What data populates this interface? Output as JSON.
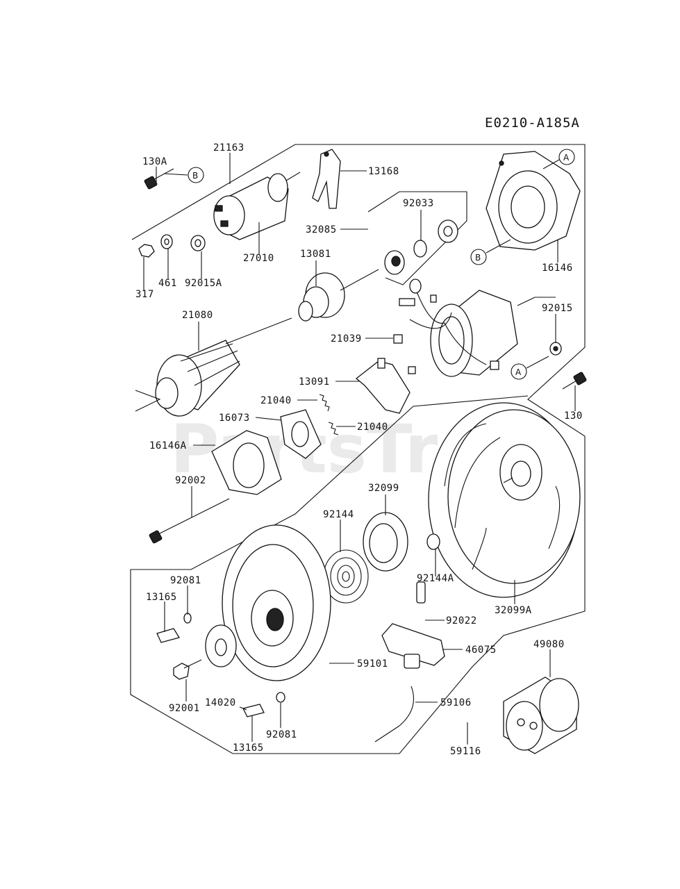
{
  "diagram_code": "E0210-A185A",
  "watermark": "PartsTree",
  "callout_refs": [
    "A",
    "B"
  ],
  "labels": [
    {
      "text": "21163"
    },
    {
      "text": "130A"
    },
    {
      "text": "13168"
    },
    {
      "text": "92033"
    },
    {
      "text": "32085"
    },
    {
      "text": "317"
    },
    {
      "text": "461"
    },
    {
      "text": "92015A"
    },
    {
      "text": "27010"
    },
    {
      "text": "13081"
    },
    {
      "text": "16146"
    },
    {
      "text": "21080"
    },
    {
      "text": "92015"
    },
    {
      "text": "21039"
    },
    {
      "text": "13091"
    },
    {
      "text": "21040"
    },
    {
      "text": "130"
    },
    {
      "text": "16073"
    },
    {
      "text": "21040"
    },
    {
      "text": "16146A"
    },
    {
      "text": "92002"
    },
    {
      "text": "32099"
    },
    {
      "text": "92144"
    },
    {
      "text": "92144A"
    },
    {
      "text": "92081"
    },
    {
      "text": "13165"
    },
    {
      "text": "32099A"
    },
    {
      "text": "92022"
    },
    {
      "text": "46075"
    },
    {
      "text": "49080"
    },
    {
      "text": "59101"
    },
    {
      "text": "92001"
    },
    {
      "text": "14020"
    },
    {
      "text": "59106"
    },
    {
      "text": "92081"
    },
    {
      "text": "13165"
    },
    {
      "text": "59116"
    }
  ]
}
